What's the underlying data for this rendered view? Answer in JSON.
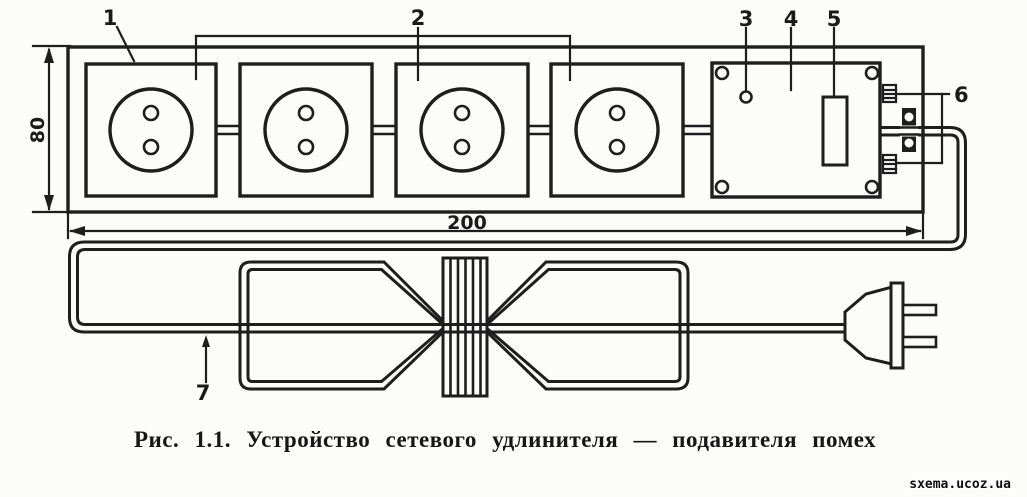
{
  "figure": {
    "caption": "Рис. 1.1. Устройство сетевого удлинителя — подавителя помех",
    "watermark": "sxema.ucoz.ua"
  },
  "dimensions": {
    "height": "80",
    "length": "200"
  },
  "callouts": {
    "housing": "1",
    "sockets_group": "2",
    "indicator": "3",
    "cover_plate": "4",
    "switch": "5",
    "fuses": "6",
    "cord": "7"
  },
  "colors": {
    "ink": "#1e1e1e",
    "background": "#fcfcfb"
  }
}
